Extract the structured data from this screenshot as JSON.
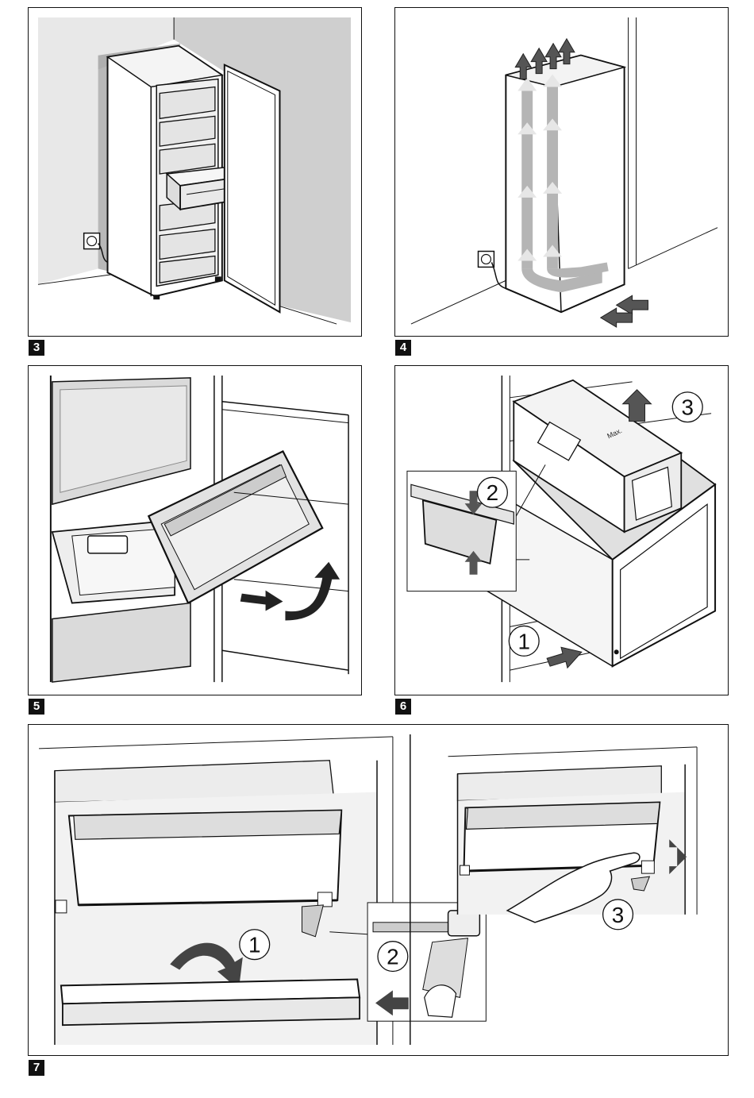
{
  "figures": [
    {
      "label": "3"
    },
    {
      "label": "4"
    },
    {
      "label": "5"
    },
    {
      "label": "6",
      "steps": [
        "1",
        "2",
        "3"
      ],
      "text": "Max."
    },
    {
      "label": "7",
      "steps": [
        "1",
        "2",
        "3"
      ]
    }
  ],
  "colors": {
    "outline": "#111111",
    "wall": "#cfcfcf",
    "shade": "#e6e6e6",
    "arrow": "#9a9a9a",
    "dark_arrow": "#333333"
  }
}
